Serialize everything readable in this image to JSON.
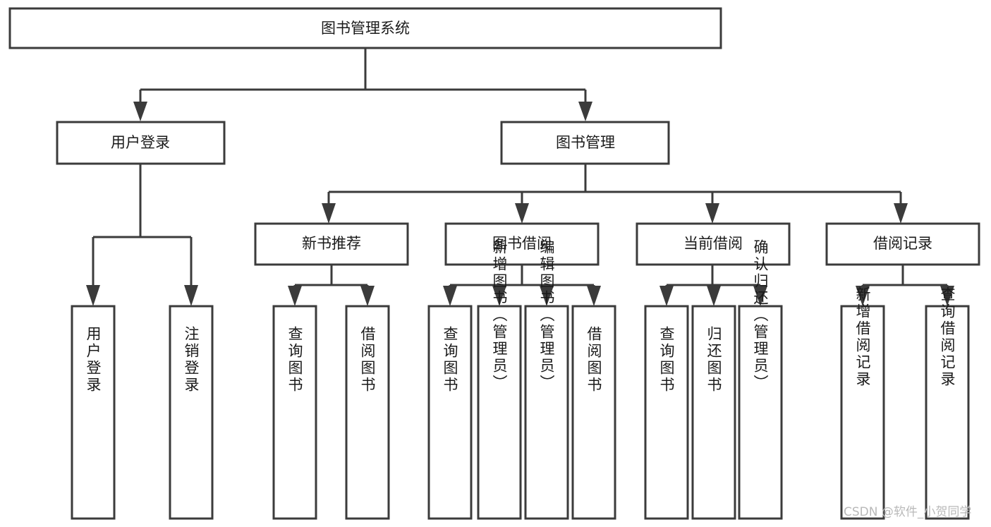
{
  "diagram": {
    "type": "tree-hierarchy",
    "title": "图书管理系统",
    "watermark": "CSDN @软件_小贺同学",
    "colors": {
      "background": "#ffffff",
      "stroke": "#3b3b3b",
      "text": "#1a1a1a",
      "watermark": "#b9b9b9"
    },
    "levels": {
      "root": {
        "label": "图书管理系统"
      },
      "level1": [
        {
          "id": "user-login",
          "label": "用户登录"
        },
        {
          "id": "book-management",
          "label": "图书管理"
        }
      ],
      "level2": [
        {
          "id": "new-book-recommend",
          "label": "新书推荐",
          "parent": "book-management"
        },
        {
          "id": "book-borrow",
          "label": "图书借阅",
          "parent": "book-management"
        },
        {
          "id": "current-borrow",
          "label": "当前借阅",
          "parent": "book-management"
        },
        {
          "id": "borrow-record",
          "label": "借阅记录",
          "parent": "book-management"
        }
      ],
      "leaves": [
        {
          "id": "leaf-user-login",
          "label": "用户登录",
          "parent": "user-login"
        },
        {
          "id": "leaf-logout-login",
          "label": "注销登录",
          "parent": "user-login"
        },
        {
          "id": "leaf-query-book-1",
          "label": "查询图书",
          "parent": "new-book-recommend"
        },
        {
          "id": "leaf-borrow-book-1",
          "label": "借阅图书",
          "parent": "new-book-recommend"
        },
        {
          "id": "leaf-query-book-2",
          "label": "查询图书",
          "parent": "book-borrow"
        },
        {
          "id": "leaf-add-book",
          "label": "新增图书（管理员）",
          "parent": "book-borrow"
        },
        {
          "id": "leaf-edit-book",
          "label": "编辑图书（管理员）",
          "parent": "book-borrow"
        },
        {
          "id": "leaf-borrow-book-2",
          "label": "借阅图书",
          "parent": "book-borrow"
        },
        {
          "id": "leaf-query-book-3",
          "label": "查询图书",
          "parent": "current-borrow"
        },
        {
          "id": "leaf-return-book",
          "label": "归还图书",
          "parent": "current-borrow"
        },
        {
          "id": "leaf-confirm-return",
          "label": "确认归还（管理员）",
          "parent": "current-borrow"
        },
        {
          "id": "leaf-add-record",
          "label": "新增借阅记录",
          "parent": "borrow-record"
        },
        {
          "id": "leaf-query-record",
          "label": "查询借阅记录",
          "parent": "borrow-record"
        }
      ]
    }
  }
}
